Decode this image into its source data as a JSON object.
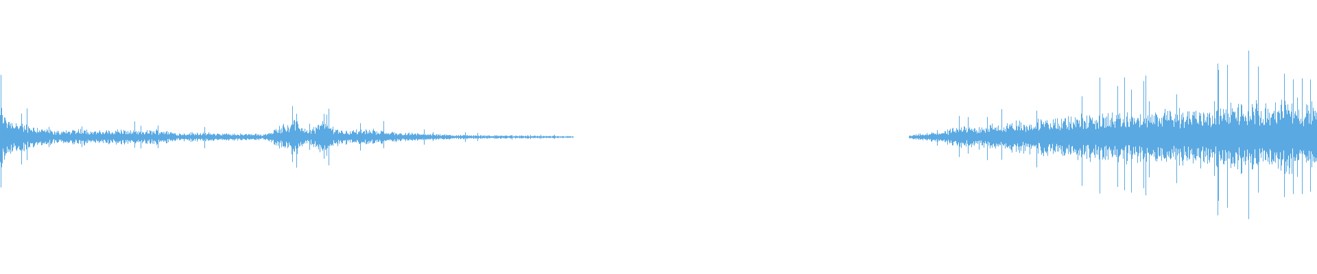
{
  "waveform": {
    "color": "#5aa9e2",
    "background": "#ffffff",
    "segments": [
      {
        "name": "segment-1",
        "start": 0.0,
        "end": 0.435,
        "envelope": [
          [
            0.0,
            0.32
          ],
          [
            0.006,
            0.22
          ],
          [
            0.015,
            0.16
          ],
          [
            0.03,
            0.1
          ],
          [
            0.042,
            0.06
          ],
          [
            0.063,
            0.09
          ],
          [
            0.075,
            0.06
          ],
          [
            0.09,
            0.08
          ],
          [
            0.105,
            0.06
          ],
          [
            0.122,
            0.08
          ],
          [
            0.135,
            0.04
          ],
          [
            0.15,
            0.05
          ],
          [
            0.165,
            0.04
          ],
          [
            0.2,
            0.03
          ],
          [
            0.222,
            0.18
          ],
          [
            0.235,
            0.08
          ],
          [
            0.245,
            0.16
          ],
          [
            0.26,
            0.07
          ],
          [
            0.285,
            0.08
          ],
          [
            0.3,
            0.05
          ],
          [
            0.33,
            0.03
          ],
          [
            0.36,
            0.02
          ],
          [
            0.4,
            0.015
          ],
          [
            0.435,
            0.01
          ]
        ],
        "spikes": [
          [
            0.222,
            0.26
          ],
          [
            0.246,
            0.24
          ],
          [
            0.12,
            0.12
          ],
          [
            0.062,
            0.11
          ]
        ]
      },
      {
        "name": "segment-2",
        "start": 0.69,
        "end": 1.0,
        "envelope": [
          [
            0.69,
            0.02
          ],
          [
            0.71,
            0.05
          ],
          [
            0.73,
            0.1
          ],
          [
            0.76,
            0.14
          ],
          [
            0.79,
            0.18
          ],
          [
            0.82,
            0.22
          ],
          [
            0.85,
            0.25
          ],
          [
            0.88,
            0.27
          ],
          [
            0.91,
            0.3
          ],
          [
            0.94,
            0.34
          ],
          [
            0.97,
            0.36
          ],
          [
            1.0,
            0.38
          ]
        ],
        "spikes": [
          [
            0.835,
            0.62
          ],
          [
            0.87,
            0.64
          ],
          [
            0.925,
            0.7
          ],
          [
            0.948,
            0.9
          ],
          [
            0.975,
            0.66
          ],
          [
            0.995,
            0.6
          ]
        ]
      }
    ]
  }
}
